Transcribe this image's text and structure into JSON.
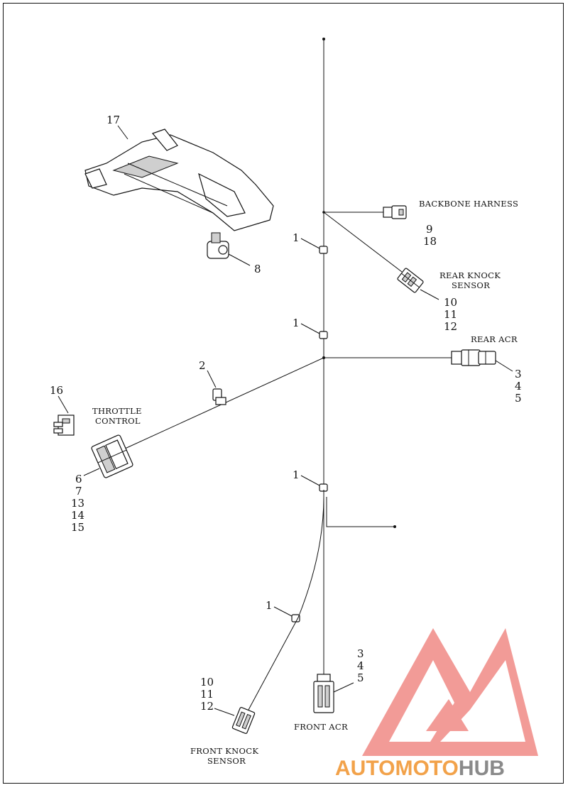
{
  "labels": {
    "backbone_harness": "BACKBONE HARNESS",
    "rear_knock_sensor_1": "REAR KNOCK",
    "rear_knock_sensor_2": "SENSOR",
    "rear_acr": "REAR ACR",
    "throttle_control_1": "THROTTLE",
    "throttle_control_2": "CONTROL",
    "front_acr": "FRONT ACR",
    "front_knock_sensor_1": "FRONT KNOCK",
    "front_knock_sensor_2": "SENSOR"
  },
  "callouts": {
    "c17": "17",
    "c8": "8",
    "c1a": "1",
    "c1b": "1",
    "c1c": "1",
    "c1d": "1",
    "c2": "2",
    "c16": "16",
    "c9": "9",
    "c18": "18",
    "rks": [
      "10",
      "11",
      "12"
    ],
    "racr": [
      "3",
      "4",
      "5"
    ],
    "tc": [
      "6",
      "7",
      "13",
      "14",
      "15"
    ],
    "facr": [
      "3",
      "4",
      "5"
    ],
    "fks": [
      "10",
      "11",
      "12"
    ]
  },
  "watermark": {
    "part1": "AUTO",
    "part2": "MOTO",
    "part3": "HUB",
    "color_primary": "#f2a24a",
    "color_secondary": "#8a8a8a",
    "color_logo": "#f08a86"
  }
}
